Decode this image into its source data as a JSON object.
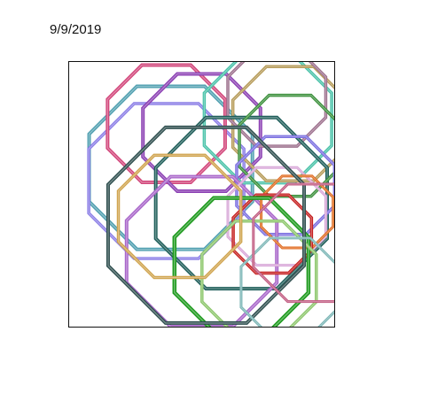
{
  "date": "9/9/2019",
  "artwork": {
    "shapes": [
      {
        "kind": "octagon",
        "color": "#4f9fb0"
      },
      {
        "kind": "octagon",
        "color": "#8a7de6"
      },
      {
        "kind": "octagon",
        "color": "#d2457a"
      },
      {
        "kind": "octagon",
        "color": "#8b3fb3"
      },
      {
        "kind": "octagon",
        "color": "#48c2a8"
      },
      {
        "kind": "octagon",
        "color": "#b59a57"
      },
      {
        "kind": "octagon",
        "color": "#9c6f8c"
      },
      {
        "kind": "octagon",
        "color": "#1f5e5a"
      },
      {
        "kind": "octagon",
        "color": "#3a8f3a"
      },
      {
        "kind": "octagon",
        "color": "#7a6ee0"
      },
      {
        "kind": "octagon",
        "color": "#a865c9"
      },
      {
        "kind": "octagon",
        "color": "#d8a6d8"
      },
      {
        "kind": "octagon",
        "color": "#e06b1f"
      },
      {
        "kind": "octagon",
        "color": "#c51f1f"
      },
      {
        "kind": "octagon",
        "color": "#1d9a1d"
      },
      {
        "kind": "octagon",
        "color": "#8cc66b"
      },
      {
        "kind": "octagon",
        "color": "#2f4f4f"
      },
      {
        "kind": "octagon",
        "color": "#cfa24b"
      },
      {
        "kind": "octagon",
        "color": "#7ab5b5"
      },
      {
        "kind": "octagon",
        "color": "#c0587e"
      }
    ]
  }
}
